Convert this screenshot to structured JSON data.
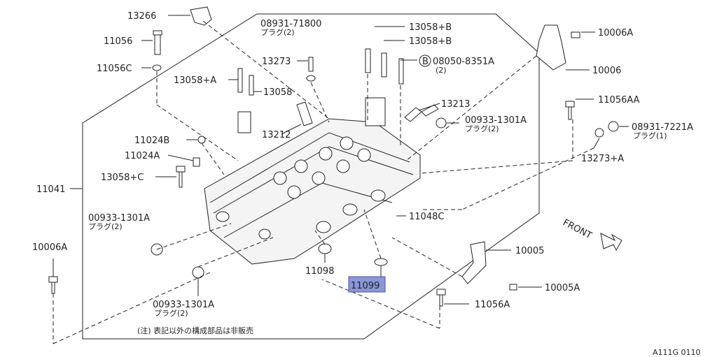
{
  "labels": {
    "p13266": "13266",
    "p11056": "11056",
    "p11056c": "11056C",
    "p0893171800": "08931-71800",
    "p0893171800_sub": "プラグ(2)",
    "p13273": "13273",
    "p13058a": "13058+A",
    "p13058": "13058",
    "p13058b1": "13058+B",
    "p13058b2": "13058+B",
    "p080508351a": "08050-8351A",
    "p080508351a_qty": "(2)",
    "b_circle": "B",
    "p10006a_top": "10006A",
    "p10006": "10006",
    "p11056aa": "11056AA",
    "p13213": "13213",
    "p009331301a_r": "00933-1301A",
    "p009331301a_r_sub": "プラグ(2)",
    "p089317221a": "08931-7221A",
    "p089317221a_sub": "プラグ(1)",
    "p13212": "13212",
    "p11024b": "11024B",
    "p11024a": "11024A",
    "p13058c": "13058+C",
    "p13273a": "13273+A",
    "p11041": "11041",
    "p009331301a_l": "00933-1301A",
    "p009331301a_l_sub": "プラグ(2)",
    "p11048c": "11048C",
    "front": "FRONT",
    "p10006a_left": "10006A",
    "p10005": "10005",
    "p11098": "11098",
    "p11099": "11099",
    "p10005a": "10005A",
    "p11056a": "11056A",
    "p009331301a_b": "00933-1301A",
    "p009331301a_b_sub": "プラグ(2)",
    "note": "(注) 表記以外の構成部品は非販売",
    "diagram_code": "A111G 0110"
  },
  "colors": {
    "highlight": "#8a96d8",
    "line": "#222222"
  }
}
